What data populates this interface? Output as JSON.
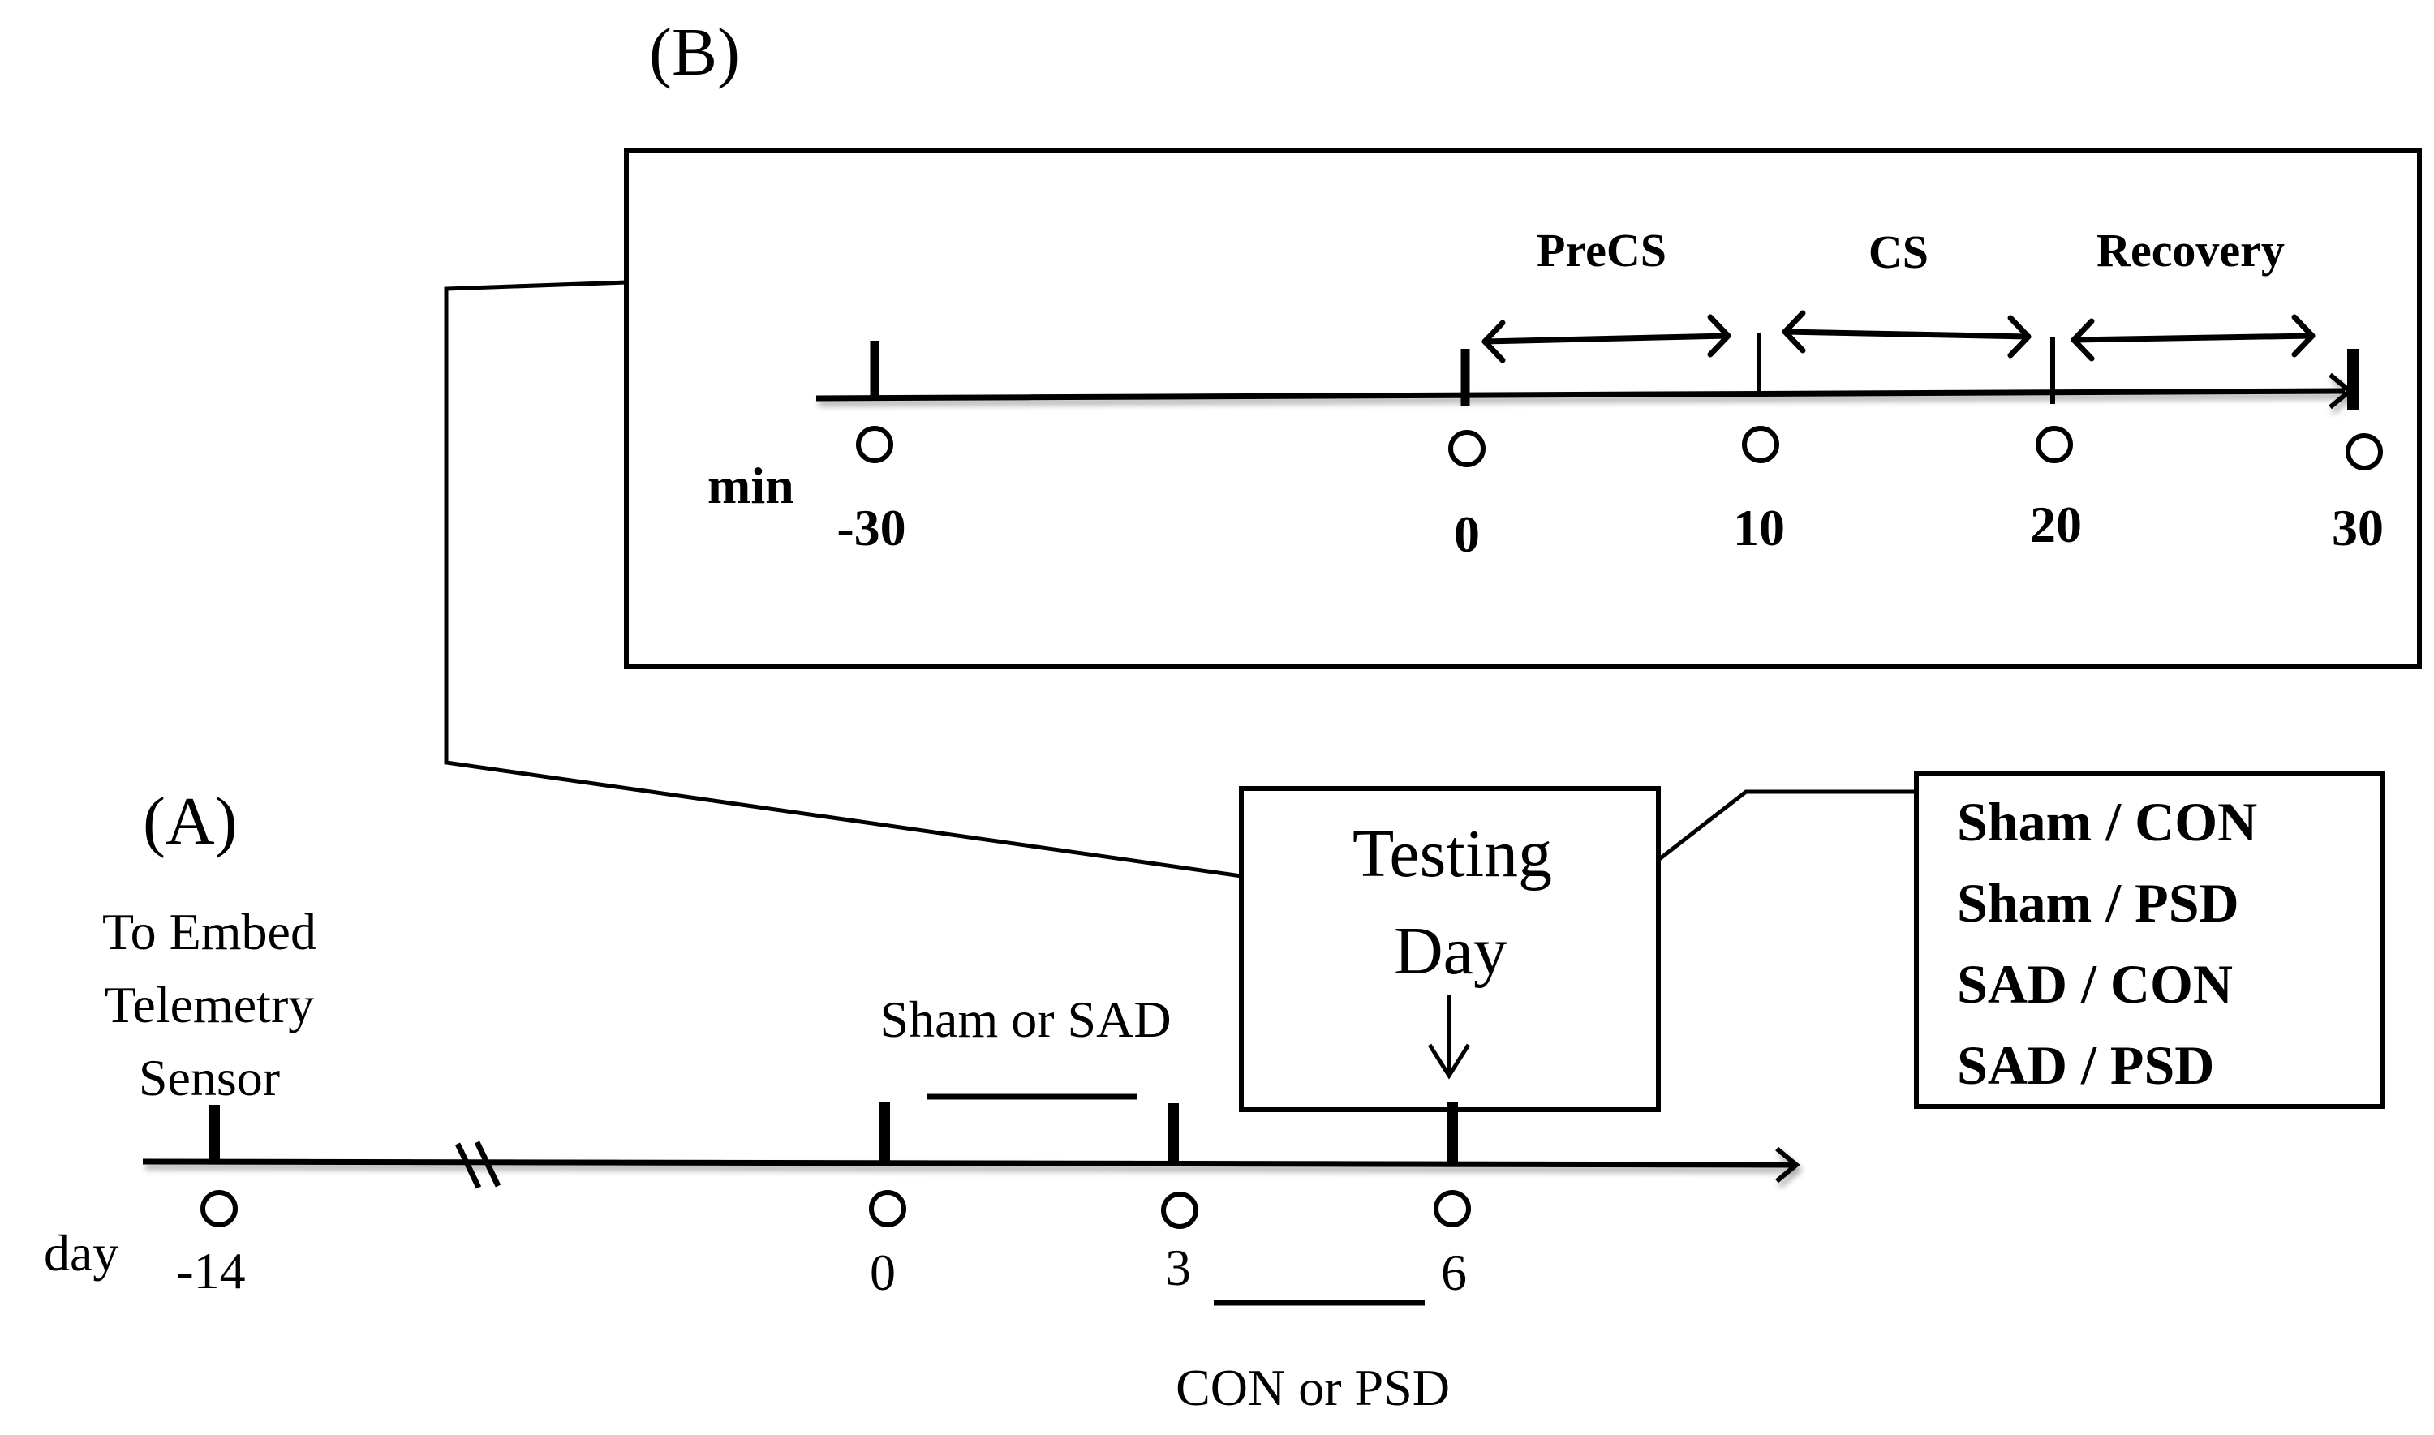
{
  "panel_b": {
    "label": "(B)",
    "unit_label": "min",
    "ticks": [
      {
        "value": "-30"
      },
      {
        "value": "0"
      },
      {
        "value": "10"
      },
      {
        "value": "20"
      },
      {
        "value": "30"
      }
    ],
    "phases": [
      {
        "label": "PreCS",
        "from": "0",
        "to": "10"
      },
      {
        "label": "CS",
        "from": "10",
        "to": "20"
      },
      {
        "label": "Recovery",
        "from": "20",
        "to": "30"
      }
    ]
  },
  "panel_a": {
    "label": "(A)",
    "unit_label": "day",
    "event_label_lines": [
      "To Embed",
      "Telemetry",
      "Sensor"
    ],
    "ticks": [
      {
        "value": "-14"
      },
      {
        "value": "0"
      },
      {
        "value": "3"
      },
      {
        "value": "6"
      }
    ],
    "period_top": "Sham or SAD",
    "period_bottom": "CON or PSD",
    "testing_day_lines": [
      "Testing",
      "Day"
    ],
    "testing_arrow": "↓"
  },
  "groups": {
    "items": [
      "Sham / CON",
      "Sham / PSD",
      "SAD / CON",
      "SAD / PSD"
    ]
  },
  "colors": {
    "ink": "#000000",
    "background": "#ffffff"
  }
}
